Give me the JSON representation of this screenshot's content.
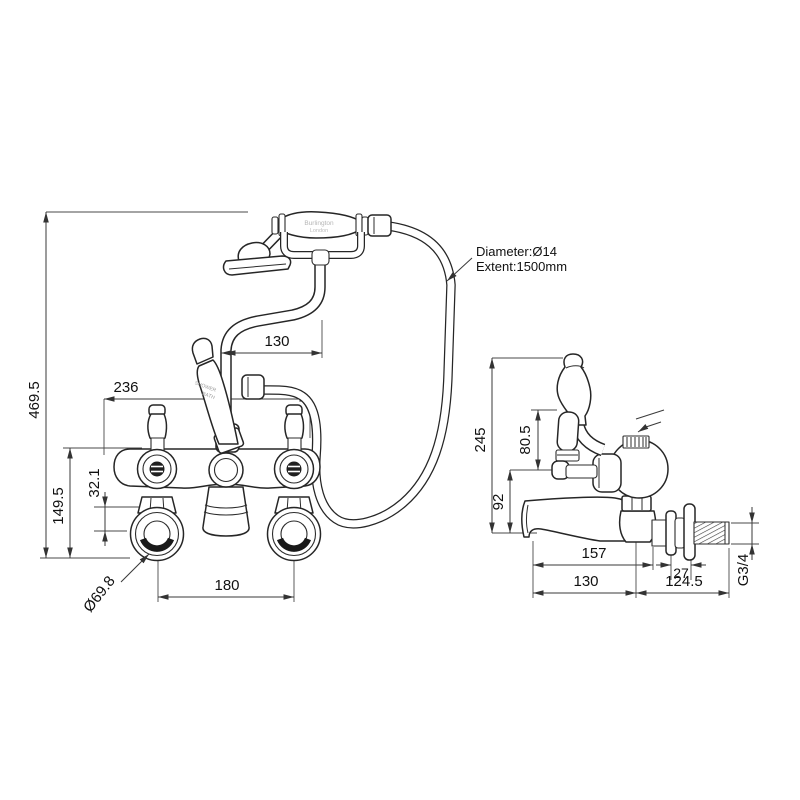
{
  "drawing": {
    "hose_note": {
      "line1": "Diameter:Ø14",
      "line2": "Extent:1500mm"
    },
    "handset_brand": {
      "line1": "Burlington",
      "line2": "London"
    },
    "diverter_label": {
      "line1": "SHOWER",
      "line2": "BATH"
    },
    "front_view": {
      "dims": {
        "overall_height": "469.5",
        "body_width": "236",
        "riser_offset": "130",
        "valve_height": "149.5",
        "nut_offset": "32.1",
        "flange_diameter": "Ø69.8",
        "inlet_centres": "180"
      }
    },
    "side_view": {
      "dims": {
        "overall_height": "245",
        "lever_height": "80.5",
        "spout_drop": "92",
        "spout_reach": "157",
        "flange_depth": "27",
        "spout_projection": "130",
        "wall_projection": "124.5",
        "thread_size": "G3/4"
      }
    },
    "colors": {
      "line": "#262626",
      "dim_line": "#3a3a3a",
      "text": "#111111",
      "faint_text": "#b5b5b5",
      "background": "#ffffff"
    }
  }
}
